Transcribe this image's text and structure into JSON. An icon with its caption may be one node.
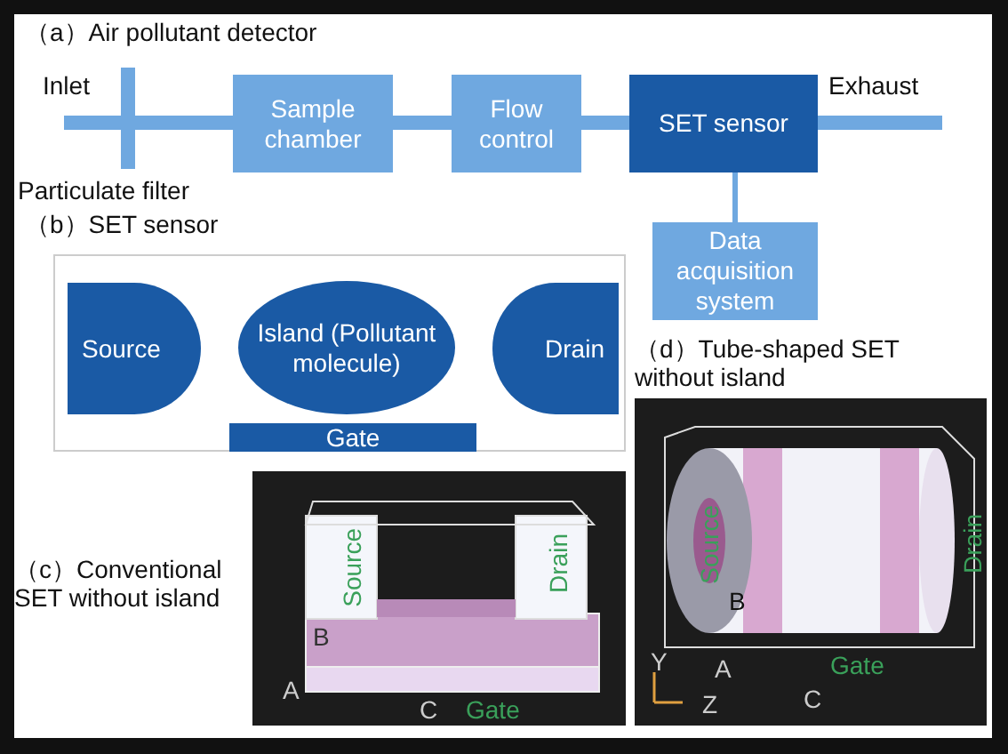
{
  "diagram": {
    "nodes": [
      {
        "text": [],
        "shape": "bar",
        "beside": [
          "Particulate filter"
        ]
      },
      {
        "text": [
          "Sample chamber"
        ]
      },
      {
        "text": [
          "Flow control"
        ]
      },
      {
        "text": [
          "SET sensor"
        ]
      },
      {
        "text": [
          "Data acquisition system"
        ]
      },
      {
        "text": [],
        "shape": "box"
      },
      {
        "text": [
          "Source"
        ],
        "in": 5
      },
      {
        "text": [
          "Island (Pollutant molecule)"
        ],
        "in": 5
      },
      {
        "text": [
          "Drain"
        ],
        "in": 5
      },
      {
        "text": [
          "Gate"
        ],
        "in": 5
      }
    ],
    "edges": [
      {
        "from": null,
        "to": 0,
        "arrow": "none"
      },
      {
        "from": 0,
        "to": 1,
        "arrow": "none"
      },
      {
        "from": 1,
        "to": 2,
        "arrow": "none"
      },
      {
        "from": 2,
        "to": 3,
        "arrow": "none"
      },
      {
        "from": 3,
        "to": null,
        "arrow": "none"
      },
      {
        "from": 3,
        "to": 4,
        "arrow": "none"
      }
    ],
    "labels": [
      "（a）Air pollutant detector",
      "Inlet",
      "Exhaust",
      "（b）SET sensor",
      "（d）Tube-shaped SET without island",
      "Source",
      "Drain",
      "B",
      "A",
      "C",
      "Gate",
      "Source",
      "B",
      "Drain",
      "Y",
      "A",
      "Gate",
      "Z",
      "C",
      "（c）Conventional SET without island"
    ]
  }
}
